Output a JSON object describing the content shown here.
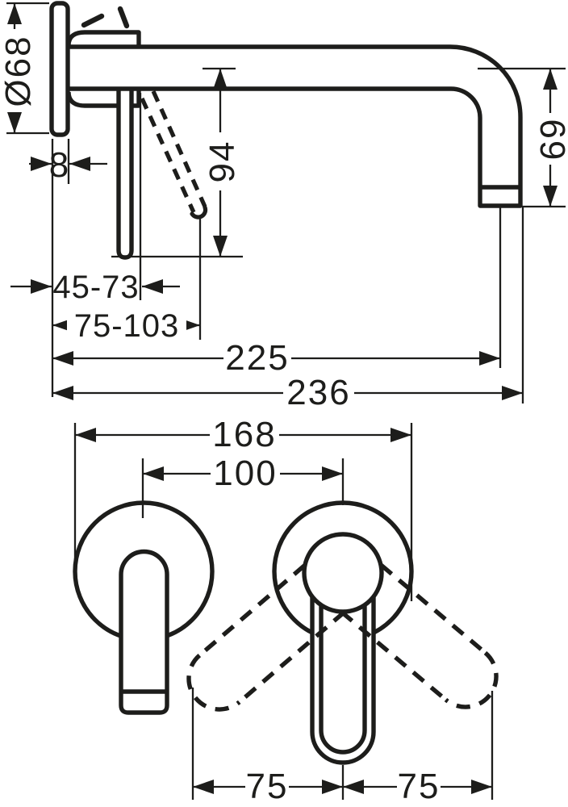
{
  "colors": {
    "ink": "#1d1d1b",
    "background": "#ffffff"
  },
  "drawing": {
    "type": "technical-dimension-drawing",
    "views": {
      "top": "side-view-wall-mounted-basin-mixer",
      "bottom": "front-view-escutcheons-and-lever"
    }
  },
  "dims": {
    "plate_diameter": "Ø68",
    "plate_thickness": "8",
    "lever_drop": "94",
    "outlet_height": "69",
    "depth_range_1": "45-73",
    "depth_range_2": "75-103",
    "spout_reach": "225",
    "overall_depth": "236",
    "overall_width": "168",
    "hole_distance": "100",
    "lever_swing_left": "75",
    "lever_swing_right": "75"
  }
}
